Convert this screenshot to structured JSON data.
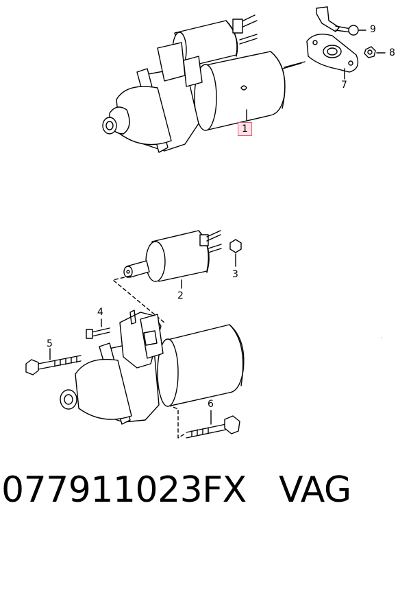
{
  "callouts": {
    "c1": "1",
    "c2": "2",
    "c3": "3",
    "c4": "4",
    "c5": "5",
    "c6": "6",
    "c7": "7",
    "c8": "8",
    "c9": "9"
  },
  "caption": {
    "part_number": "077911023FX",
    "brand": "VAG"
  },
  "colors": {
    "line": "#000000",
    "highlight_border": "#e06070",
    "highlight_fill": "#ffe2e6"
  }
}
